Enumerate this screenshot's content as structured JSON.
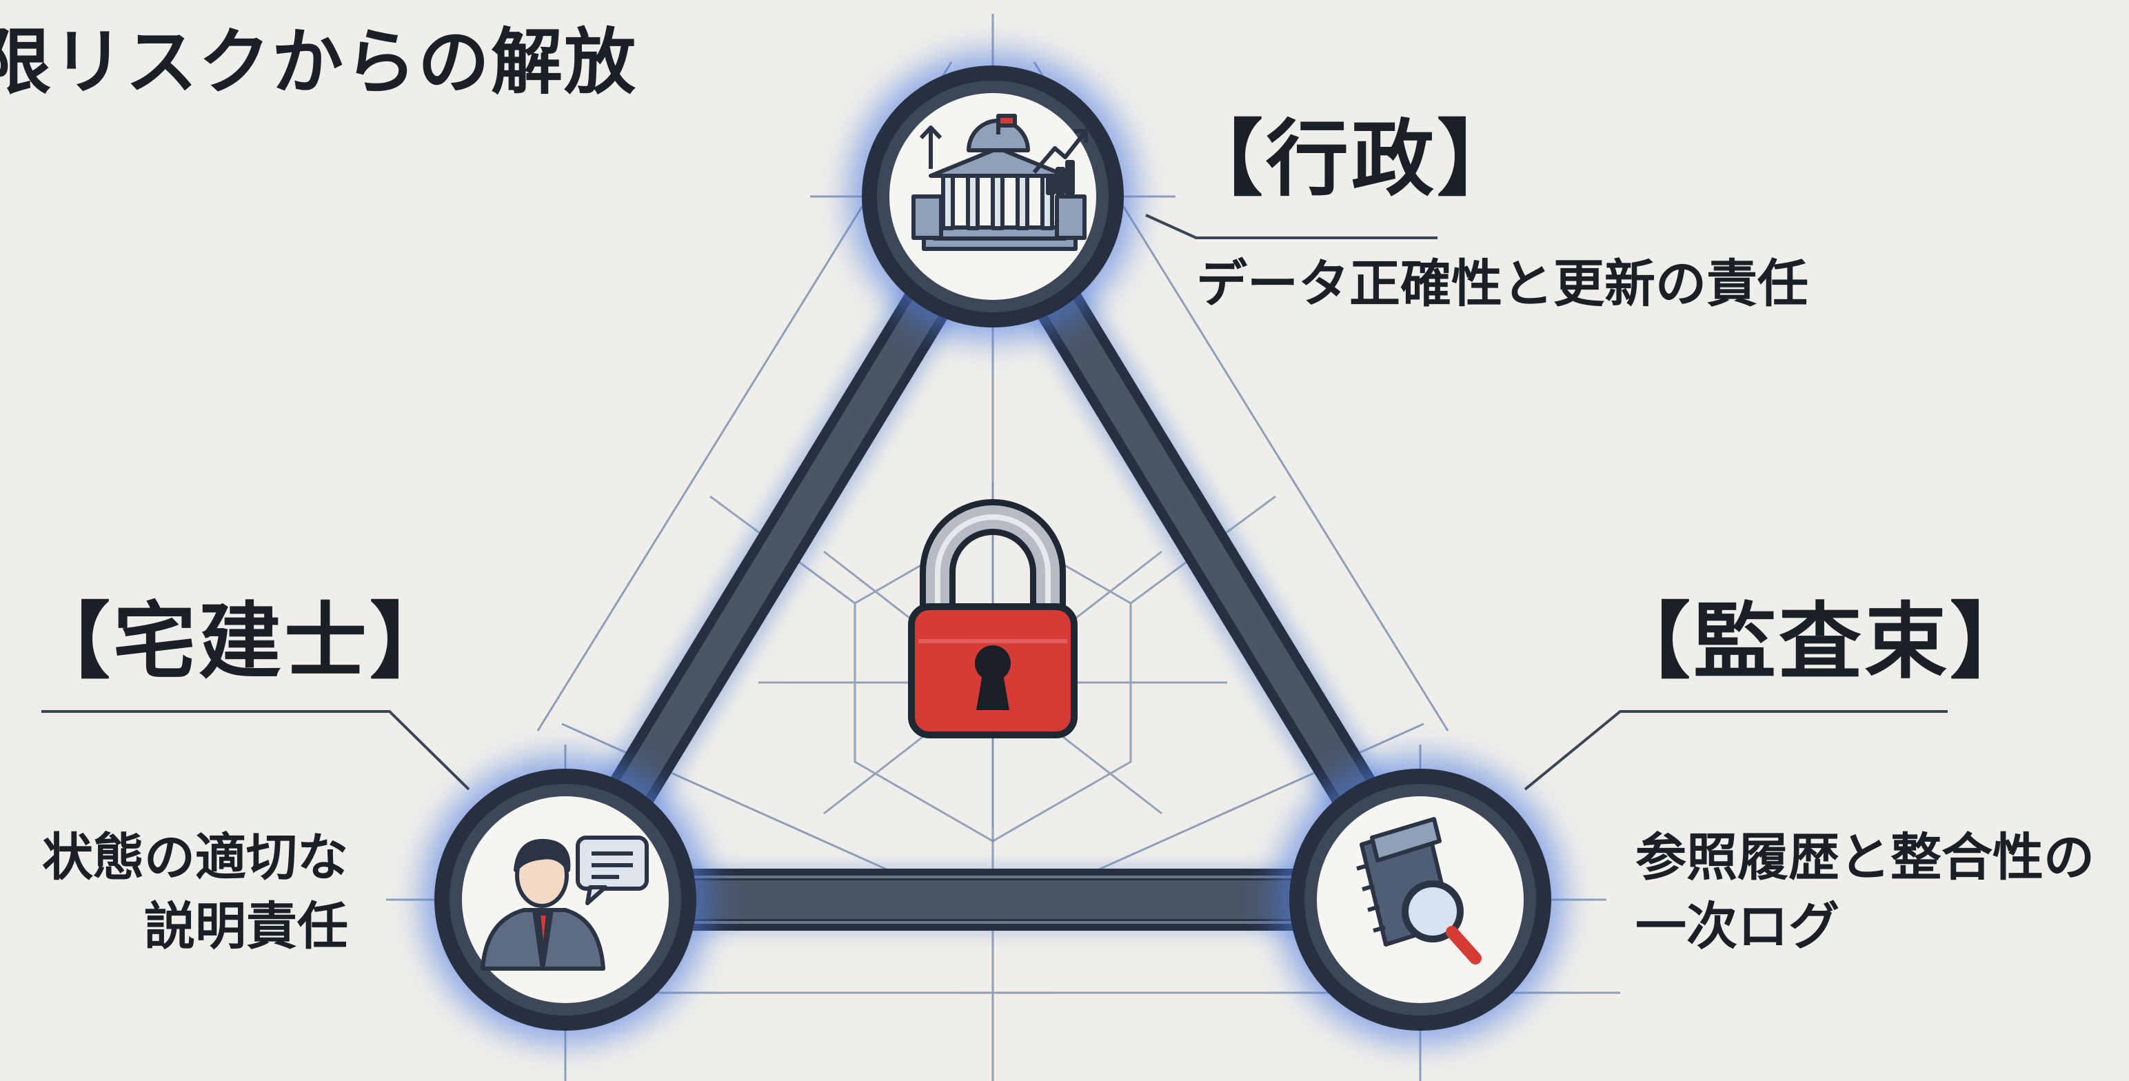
{
  "title": "限リスクからの解放",
  "nodes": {
    "gov": {
      "heading": "【行政】",
      "description": "データ正確性と更新の責任"
    },
    "agent": {
      "heading": "【宅建士】",
      "description": "状態の適切な\n説明責任"
    },
    "audit": {
      "heading": "【監査束】",
      "description": "参照履歴と整合性の\n一次ログ"
    }
  },
  "icons": {
    "gov": "government-building-icon",
    "agent": "businessperson-speech-bubble-icon",
    "audit": "logbook-magnifier-icon",
    "center": "padlock-icon"
  },
  "colors": {
    "background": "#efeeea",
    "frame": "#3a4556",
    "ring": "#263041",
    "glow": "#5b86d6",
    "lock": "#d63b36",
    "guide": "#6f84a6"
  }
}
